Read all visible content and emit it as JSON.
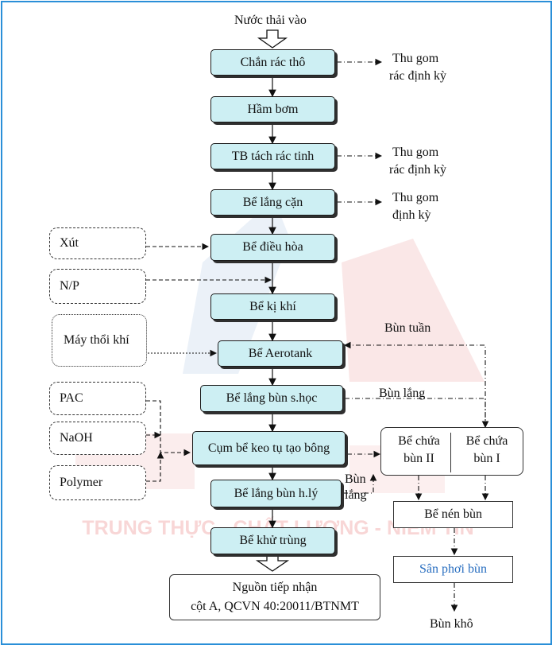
{
  "input_label": "Nước thải vào",
  "process": {
    "chan_rac_tho": "Chắn rác thô",
    "ham_bom": "Hầm bơm",
    "tb_tach_rac": "TB tách rác tinh",
    "be_lang_can": "Bể lắng cặn",
    "be_dieu_hoa": "Bể điều hòa",
    "be_ki_khi": "Bể kị khí",
    "be_aerotank": "Bể Aerotank",
    "be_lang_sh": "Bể lắng bùn s.học",
    "cum_keo_tu": "Cụm bể keo tụ tạo bông",
    "be_lang_hl": "Bể lắng bùn h.lý",
    "be_khu_trung": "Bể khử trùng"
  },
  "side_outputs": {
    "o1_l1": "Thu gom",
    "o1_l2": "rác định kỳ",
    "o2_l1": "Thu gom",
    "o2_l2": "rác định kỳ",
    "o3_l1": "Thu gom",
    "o3_l2": "định kỳ"
  },
  "chemicals": {
    "xut": "Xút",
    "np": "N/P",
    "may_thoi_khi": "Máy thổi khí",
    "pac": "PAC",
    "naoh": "NaOH",
    "polymer": "Polymer"
  },
  "sludge": {
    "bun_tuan": "Bùn tuần",
    "bun_lang_1": "Bùn lắng",
    "bun_lang_2a": "Bùn",
    "bun_lang_2b": "lắng",
    "chua_2_l1": "Bể chứa",
    "chua_2_l2": "bùn II",
    "chua_1_l1": "Bể chứa",
    "chua_1_l2": "bùn I",
    "be_nen_bun": "Bể nén bùn",
    "san_phoi_bun": "Sân phơi bùn",
    "bun_kho": "Bùn khô"
  },
  "discharge": {
    "line1": "Nguồn tiếp nhận",
    "line2": "cột A, QCVN 40:20011/BTNMT"
  },
  "watermark": {
    "slogan": "TRUNG THỰC - CHẤT LƯỢNG - NIỀM TIN"
  },
  "colors": {
    "frame": "#2a8fd8",
    "box_fill": "#cdeff3",
    "watermark": "#e24b4b",
    "link_text": "#2a6fc0"
  }
}
